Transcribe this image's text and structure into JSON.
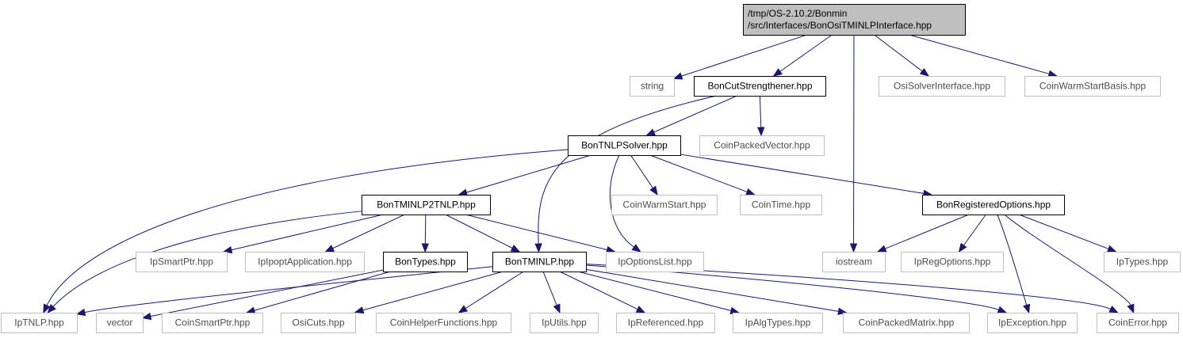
{
  "colors": {
    "edge": "#191970",
    "root_fill": "#bfbfbf",
    "root_stroke": "#000000",
    "internal_stroke": "#000000",
    "external_stroke": "#bfbfbf",
    "external_text": "#4d4d4d",
    "background": "#ffffff"
  },
  "nodes": [
    {
      "id": "root",
      "lines": [
        "/tmp/OS-2.10.2/Bonmin",
        "/src/Interfaces/BonOsiTMINLPInterface.hpp"
      ],
      "kind": "root"
    },
    {
      "id": "string",
      "lines": [
        "string"
      ],
      "kind": "external"
    },
    {
      "id": "cutstr",
      "lines": [
        "BonCutStrengthener.hpp"
      ],
      "kind": "internal"
    },
    {
      "id": "iostream",
      "lines": [
        "iostream"
      ],
      "kind": "external"
    },
    {
      "id": "osisolver",
      "lines": [
        "OsiSolverInterface.hpp"
      ],
      "kind": "external"
    },
    {
      "id": "coinwsbasis",
      "lines": [
        "CoinWarmStartBasis.hpp"
      ],
      "kind": "external"
    },
    {
      "id": "tnlpsolver",
      "lines": [
        "BonTNLPSolver.hpp"
      ],
      "kind": "internal"
    },
    {
      "id": "coinpackedvector",
      "lines": [
        "CoinPackedVector.hpp"
      ],
      "kind": "external"
    },
    {
      "id": "tminlp2tnlp",
      "lines": [
        "BonTMINLP2TNLP.hpp"
      ],
      "kind": "internal"
    },
    {
      "id": "coinwarmstart",
      "lines": [
        "CoinWarmStart.hpp"
      ],
      "kind": "external"
    },
    {
      "id": "cointime",
      "lines": [
        "CoinTime.hpp"
      ],
      "kind": "external"
    },
    {
      "id": "regoptions",
      "lines": [
        "BonRegisteredOptions.hpp"
      ],
      "kind": "internal"
    },
    {
      "id": "ipsmartptr",
      "lines": [
        "IpSmartPtr.hpp"
      ],
      "kind": "external"
    },
    {
      "id": "ipipoptapp",
      "lines": [
        "IpIpoptApplication.hpp"
      ],
      "kind": "external"
    },
    {
      "id": "bontypes",
      "lines": [
        "BonTypes.hpp"
      ],
      "kind": "internal"
    },
    {
      "id": "bontminlp",
      "lines": [
        "BonTMINLP.hpp"
      ],
      "kind": "internal"
    },
    {
      "id": "ipoptionslist",
      "lines": [
        "IpOptionsList.hpp"
      ],
      "kind": "external"
    },
    {
      "id": "ipregoptions",
      "lines": [
        "IpRegOptions.hpp"
      ],
      "kind": "external"
    },
    {
      "id": "iptypes",
      "lines": [
        "IpTypes.hpp"
      ],
      "kind": "external"
    },
    {
      "id": "iptnlp",
      "lines": [
        "IpTNLP.hpp"
      ],
      "kind": "external"
    },
    {
      "id": "vector",
      "lines": [
        "vector"
      ],
      "kind": "external"
    },
    {
      "id": "coinsmartptr",
      "lines": [
        "CoinSmartPtr.hpp"
      ],
      "kind": "external"
    },
    {
      "id": "osicuts",
      "lines": [
        "OsiCuts.hpp"
      ],
      "kind": "external"
    },
    {
      "id": "coinhelper",
      "lines": [
        "CoinHelperFunctions.hpp"
      ],
      "kind": "external"
    },
    {
      "id": "iputils",
      "lines": [
        "IpUtils.hpp"
      ],
      "kind": "external"
    },
    {
      "id": "ipreferenced",
      "lines": [
        "IpReferenced.hpp"
      ],
      "kind": "external"
    },
    {
      "id": "ipalgtypes",
      "lines": [
        "IpAlgTypes.hpp"
      ],
      "kind": "external"
    },
    {
      "id": "coinpackedmatrix",
      "lines": [
        "CoinPackedMatrix.hpp"
      ],
      "kind": "external"
    },
    {
      "id": "ipexception",
      "lines": [
        "IpException.hpp"
      ],
      "kind": "external"
    },
    {
      "id": "coinerror",
      "lines": [
        "CoinError.hpp"
      ],
      "kind": "external"
    }
  ],
  "edges": [
    [
      "root",
      "string"
    ],
    [
      "root",
      "cutstr"
    ],
    [
      "root",
      "iostream"
    ],
    [
      "root",
      "osisolver"
    ],
    [
      "root",
      "coinwsbasis"
    ],
    [
      "cutstr",
      "tnlpsolver"
    ],
    [
      "cutstr",
      "coinpackedvector"
    ],
    [
      "cutstr",
      "bontminlp"
    ],
    [
      "tnlpsolver",
      "tminlp2tnlp"
    ],
    [
      "tnlpsolver",
      "coinwarmstart"
    ],
    [
      "tnlpsolver",
      "cointime"
    ],
    [
      "tnlpsolver",
      "regoptions"
    ],
    [
      "tnlpsolver",
      "iptnlp"
    ],
    [
      "tnlpsolver",
      "ipoptionslist"
    ],
    [
      "tminlp2tnlp",
      "ipsmartptr"
    ],
    [
      "tminlp2tnlp",
      "ipipoptapp"
    ],
    [
      "tminlp2tnlp",
      "bontypes"
    ],
    [
      "tminlp2tnlp",
      "bontminlp"
    ],
    [
      "tminlp2tnlp",
      "ipoptionslist"
    ],
    [
      "tminlp2tnlp",
      "iptnlp"
    ],
    [
      "regoptions",
      "iostream"
    ],
    [
      "regoptions",
      "ipregoptions"
    ],
    [
      "regoptions",
      "iptypes"
    ],
    [
      "regoptions",
      "ipexception"
    ],
    [
      "regoptions",
      "coinerror"
    ],
    [
      "bontypes",
      "vector"
    ],
    [
      "bontypes",
      "coinsmartptr"
    ],
    [
      "bontminlp",
      "iptnlp"
    ],
    [
      "bontminlp",
      "osicuts"
    ],
    [
      "bontminlp",
      "coinhelper"
    ],
    [
      "bontminlp",
      "iputils"
    ],
    [
      "bontminlp",
      "ipreferenced"
    ],
    [
      "bontminlp",
      "ipalgtypes"
    ],
    [
      "bontminlp",
      "coinpackedmatrix"
    ],
    [
      "bontminlp",
      "ipexception"
    ],
    [
      "bontminlp",
      "coinerror"
    ]
  ]
}
